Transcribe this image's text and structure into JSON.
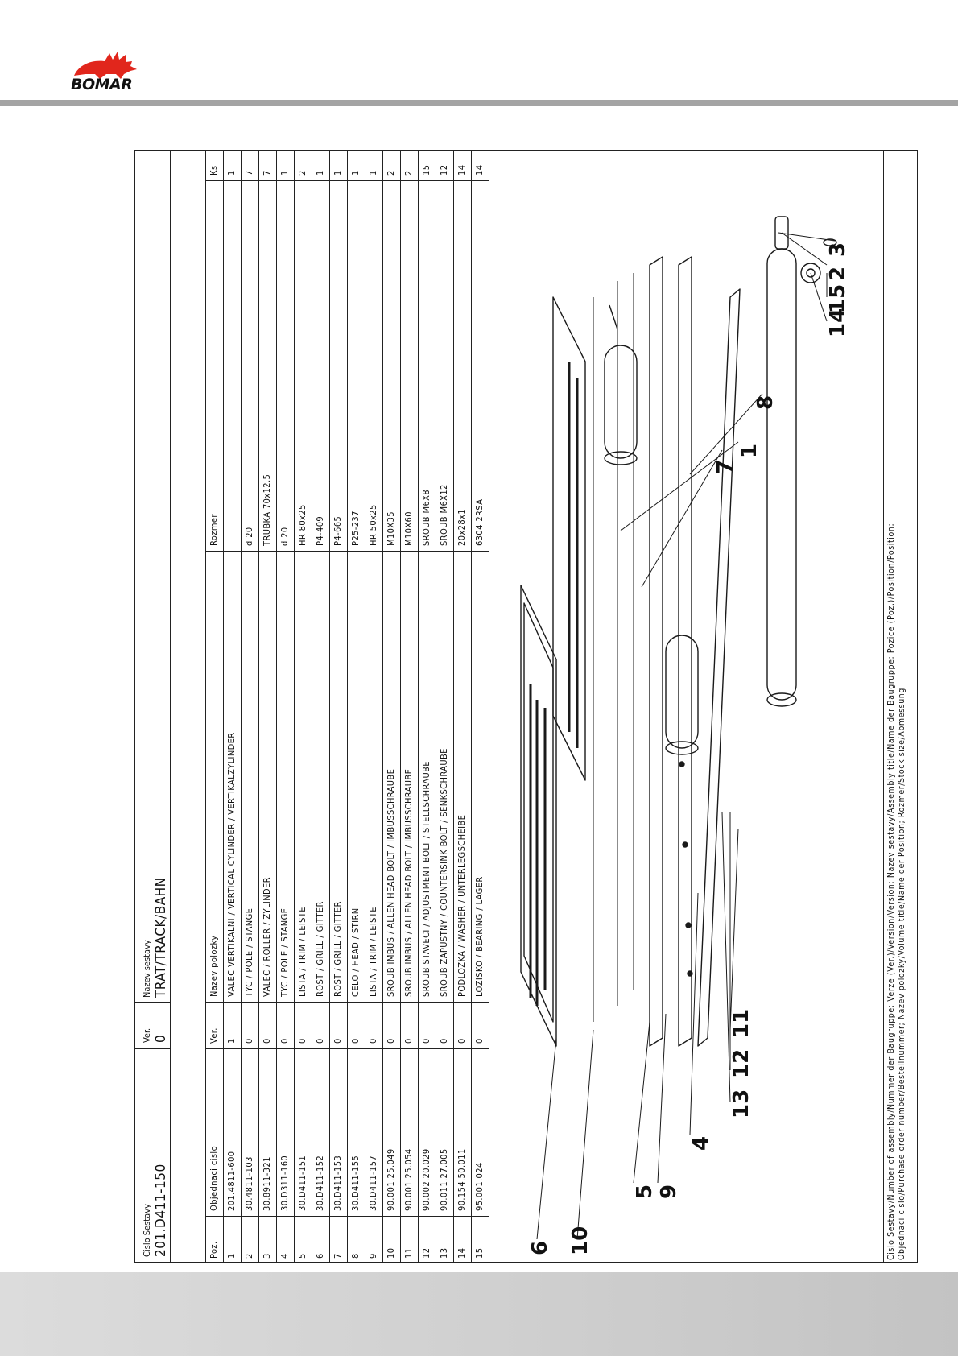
{
  "logo": {
    "brand": "BOMAR"
  },
  "title_block": {
    "assembly_number_label": "Cislo Sestavy",
    "assembly_number": "201.D411-150",
    "version_label": "Ver.",
    "version": "0",
    "assembly_name_label": "Nazev sestavy",
    "assembly_name": "TRAT/TRACK/BAHN"
  },
  "parts_table": {
    "headers": [
      "Poz.",
      "Objednaci cislo",
      "Ver.",
      "Nazev polozky",
      "Rozmer",
      "Ks"
    ],
    "rows": [
      [
        "1",
        "201.4811-600",
        "1",
        "VALEC VERTIKALNI / VERTICAL CYLINDER / VERTIKALZYLINDER",
        "",
        "1"
      ],
      [
        "2",
        "30.4811-103",
        "0",
        "TYC / POLE / STANGE",
        "d 20",
        "7"
      ],
      [
        "3",
        "30.8911-321",
        "0",
        "VALEC / ROLLER / ZYLINDER",
        "TRUBKA 70x12.5",
        "7"
      ],
      [
        "4",
        "30.D311-160",
        "0",
        "TYC / POLE / STANGE",
        "d 20",
        "1"
      ],
      [
        "5",
        "30.D411-151",
        "0",
        "LISTA / TRIM / LEISTE",
        "HR 80x25",
        "2"
      ],
      [
        "6",
        "30.D411-152",
        "0",
        "ROST / GRILL / GITTER",
        "P4-409",
        "1"
      ],
      [
        "7",
        "30.D411-153",
        "0",
        "ROST / GRILL / GITTER",
        "P4-665",
        "1"
      ],
      [
        "8",
        "30.D411-155",
        "0",
        "CELO / HEAD / STIRN",
        "P25-237",
        "1"
      ],
      [
        "9",
        "30.D411-157",
        "0",
        "LISTA / TRIM / LEISTE",
        "HR 50x25",
        "1"
      ],
      [
        "10",
        "90.001.25.049",
        "0",
        "SROUB IMBUS / ALLEN HEAD BOLT / IMBUSSCHRAUBE",
        "M10X35",
        "2"
      ],
      [
        "11",
        "90.001.25.054",
        "0",
        "SROUB IMBUS / ALLEN HEAD BOLT / IMBUSSCHRAUBE",
        "M10X60",
        "2"
      ],
      [
        "12",
        "90.002.20.029",
        "0",
        "SROUB STAVECI / ADJUSTMENT BOLT / STELLSCHRAUBE",
        "SROUB M6X8",
        "15"
      ],
      [
        "13",
        "90.011.27.005",
        "0",
        "SROUB ZAPUSTNY / COUNTERSINK BOLT / SENKSCHRAUBE",
        "SROUB M6X12",
        "12"
      ],
      [
        "14",
        "90.154.50.011",
        "0",
        "PODLOZKA / WASHER / UNTERLEGSCHEIBE",
        "20x28x1",
        "14"
      ],
      [
        "15",
        "95.001.024",
        "0",
        "LOZISKO / BEARING / LAGER",
        "6304 2RSA",
        "14"
      ]
    ]
  },
  "callouts": [
    "6",
    "10",
    "5",
    "9",
    "4",
    "13",
    "12",
    "11",
    "7",
    "1",
    "8",
    "14",
    "15",
    "2",
    "3"
  ],
  "legend": {
    "line1": "Cislo Sestavy/Number of assembly/Nummer der Baugruppe; Verze (Ver.)/Version/Version; Nazev sestavy/Assembly title/Name der Baugruppe; Pozice (Poz.)/Position/Position;",
    "line2": "Objednaci cislo/Purchase order number/Bestellnummer; Nazev polozky/Volume title/Name der Position; Rozmer/Stock size/Abmessung"
  },
  "colors": {
    "rule": "#a4a4a4",
    "logo_red": "#e1261c",
    "ink": "#111111"
  }
}
